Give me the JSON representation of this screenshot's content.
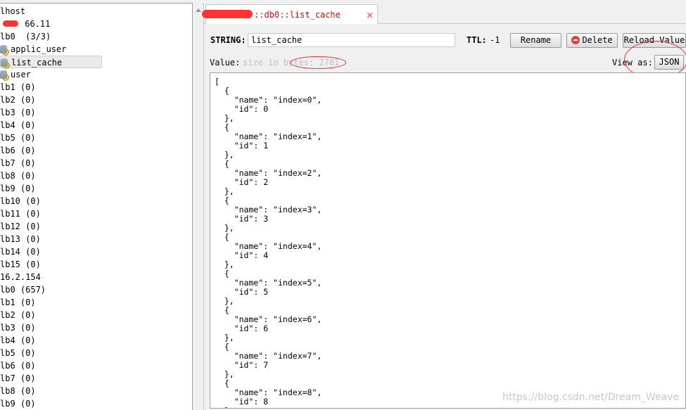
{
  "tree": [
    {
      "label": "lhost",
      "key": false
    },
    {
      "label": "   66.11",
      "key": false,
      "redacted": true
    },
    {
      "label": "lb0  (3/3)",
      "key": false
    },
    {
      "label": "applic_user",
      "key": true
    },
    {
      "label": "list_cache",
      "key": true,
      "selected": true
    },
    {
      "label": "user",
      "key": true
    },
    {
      "label": "lb1 (0)"
    },
    {
      "label": "lb2 (0)"
    },
    {
      "label": "lb3 (0)"
    },
    {
      "label": "lb4 (0)"
    },
    {
      "label": "lb5 (0)"
    },
    {
      "label": "lb6 (0)"
    },
    {
      "label": "lb7 (0)"
    },
    {
      "label": "lb8 (0)"
    },
    {
      "label": "lb9 (0)"
    },
    {
      "label": "lb10 (0)"
    },
    {
      "label": "lb11 (0)"
    },
    {
      "label": "lb12 (0)"
    },
    {
      "label": "lb13 (0)"
    },
    {
      "label": "lb14 (0)"
    },
    {
      "label": "lb15 (0)"
    },
    {
      "label": "16.2.154"
    },
    {
      "label": "lb0 (657)"
    },
    {
      "label": "lb1 (0)"
    },
    {
      "label": "lb2 (0)"
    },
    {
      "label": "lb3 (0)"
    },
    {
      "label": "lb4 (0)"
    },
    {
      "label": "lb5 (0)"
    },
    {
      "label": "lb6 (0)"
    },
    {
      "label": "lb7 (0)"
    },
    {
      "label": "lb8 (0)"
    },
    {
      "label": "lb9 (0)"
    }
  ],
  "tab": {
    "label": "::db0::list_cache"
  },
  "key": {
    "type_label": "STRING:",
    "name": "list_cache",
    "ttl_label": "TTL:",
    "ttl": "-1"
  },
  "buttons": {
    "rename": "Rename",
    "delete": "Delete",
    "reload": "Reload Value"
  },
  "value": {
    "label": "Value:",
    "size_text": "size in bytes: 2781",
    "view_as_label": "View as:",
    "view_as": "JSON"
  },
  "json_lines": [
    "[",
    "  {",
    "    \"name\": \"index=0\",",
    "    \"id\": 0",
    "  },",
    "  {",
    "    \"name\": \"index=1\",",
    "    \"id\": 1",
    "  },",
    "  {",
    "    \"name\": \"index=2\",",
    "    \"id\": 2",
    "  },",
    "  {",
    "    \"name\": \"index=3\",",
    "    \"id\": 3",
    "  },",
    "  {",
    "    \"name\": \"index=4\",",
    "    \"id\": 4",
    "  },",
    "  {",
    "    \"name\": \"index=5\",",
    "    \"id\": 5",
    "  },",
    "  {",
    "    \"name\": \"index=6\",",
    "    \"id\": 6",
    "  },",
    "  {",
    "    \"name\": \"index=7\",",
    "    \"id\": 7",
    "  },",
    "  {",
    "    \"name\": \"index=8\",",
    "    \"id\": 8",
    "  },"
  ],
  "watermark": "https://blog.csdn.net/Dream_Weave",
  "colors": {
    "tab_text": "#d01010",
    "annotation": "#e33333"
  }
}
